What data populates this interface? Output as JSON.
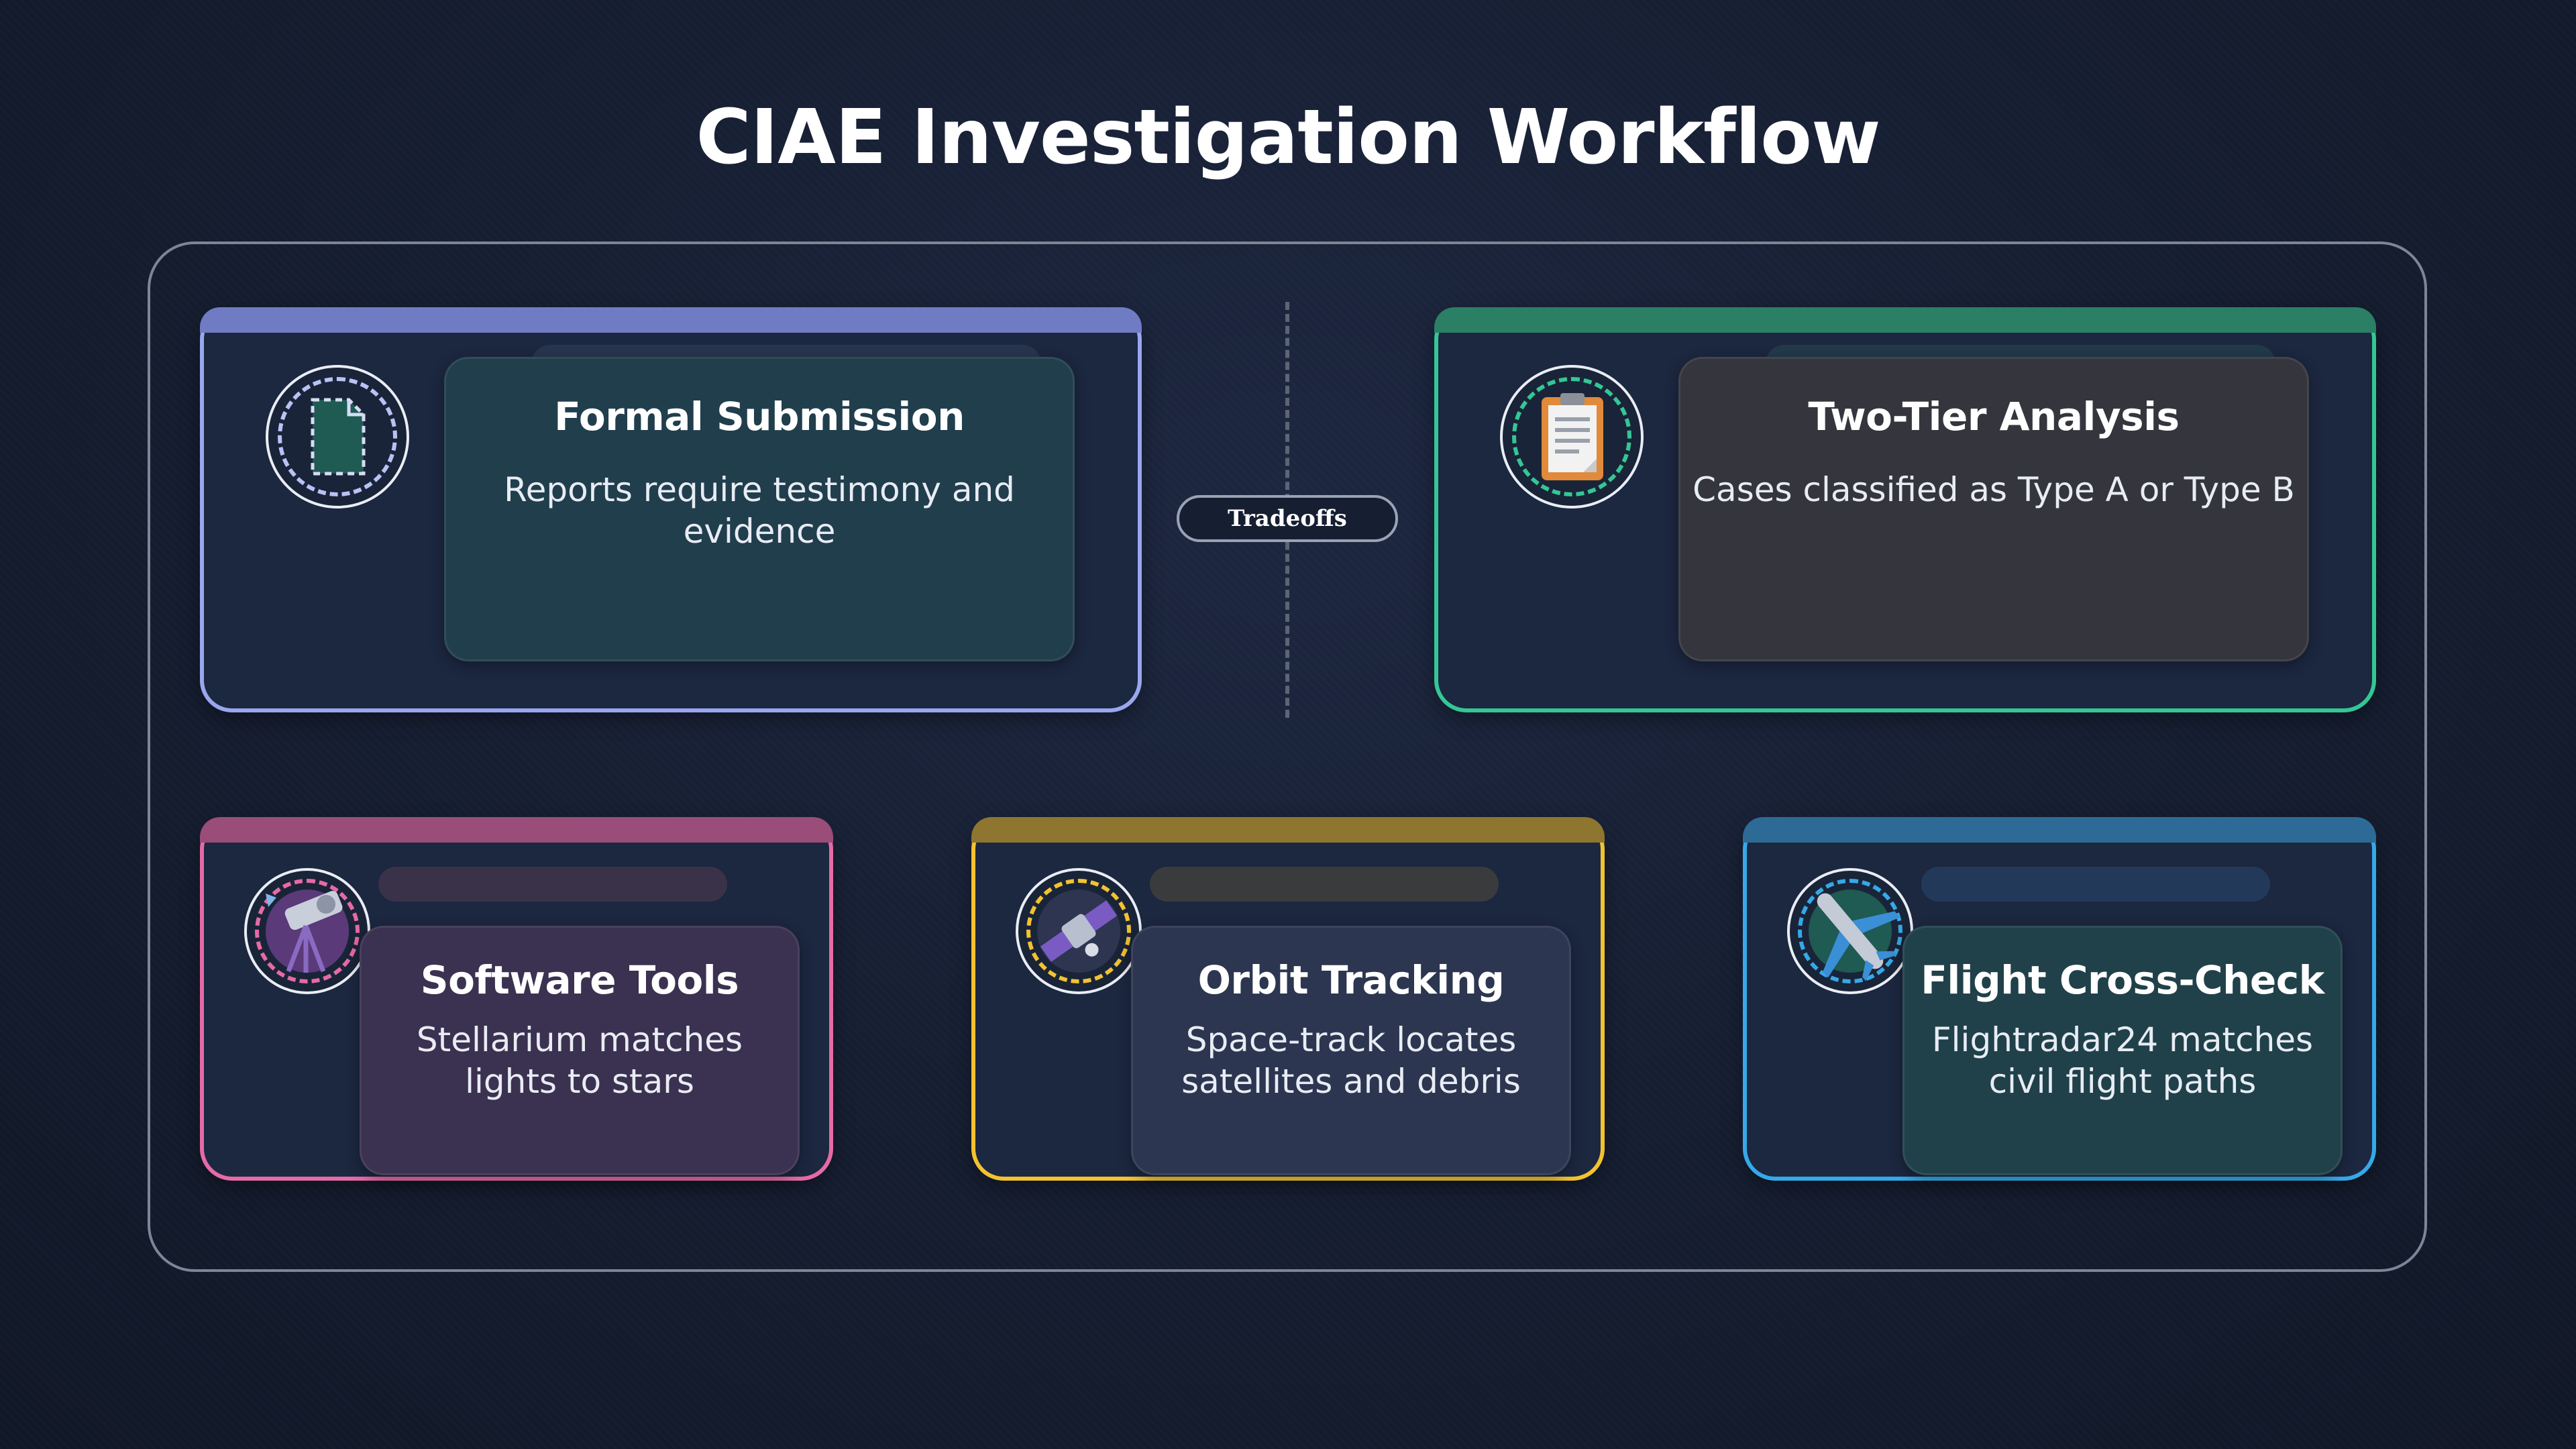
{
  "title": "CIAE Investigation Workflow",
  "connector_label": "Tradeoffs",
  "colors": {
    "indigo": "#9aa6ee",
    "green": "#34c796",
    "pink": "#e56aa6",
    "yellow": "#f2c230",
    "blue": "#35a9e8"
  },
  "cards": [
    {
      "heading": "Formal Submission",
      "description": "Reports require testimony and evidence",
      "icon": "document-icon"
    },
    {
      "heading": "Two-Tier Analysis",
      "description": "Cases classified as Type A or Type B",
      "icon": "clipboard-icon"
    },
    {
      "heading": "Software Tools",
      "description": "Stellarium matches lights to stars",
      "icon": "telescope-icon"
    },
    {
      "heading": "Orbit Tracking",
      "description": "Space-track locates satellites and debris",
      "icon": "satellite-icon"
    },
    {
      "heading": "Flight Cross-Check",
      "description": "Flightradar24 matches civil flight paths",
      "icon": "airplane-icon"
    }
  ]
}
